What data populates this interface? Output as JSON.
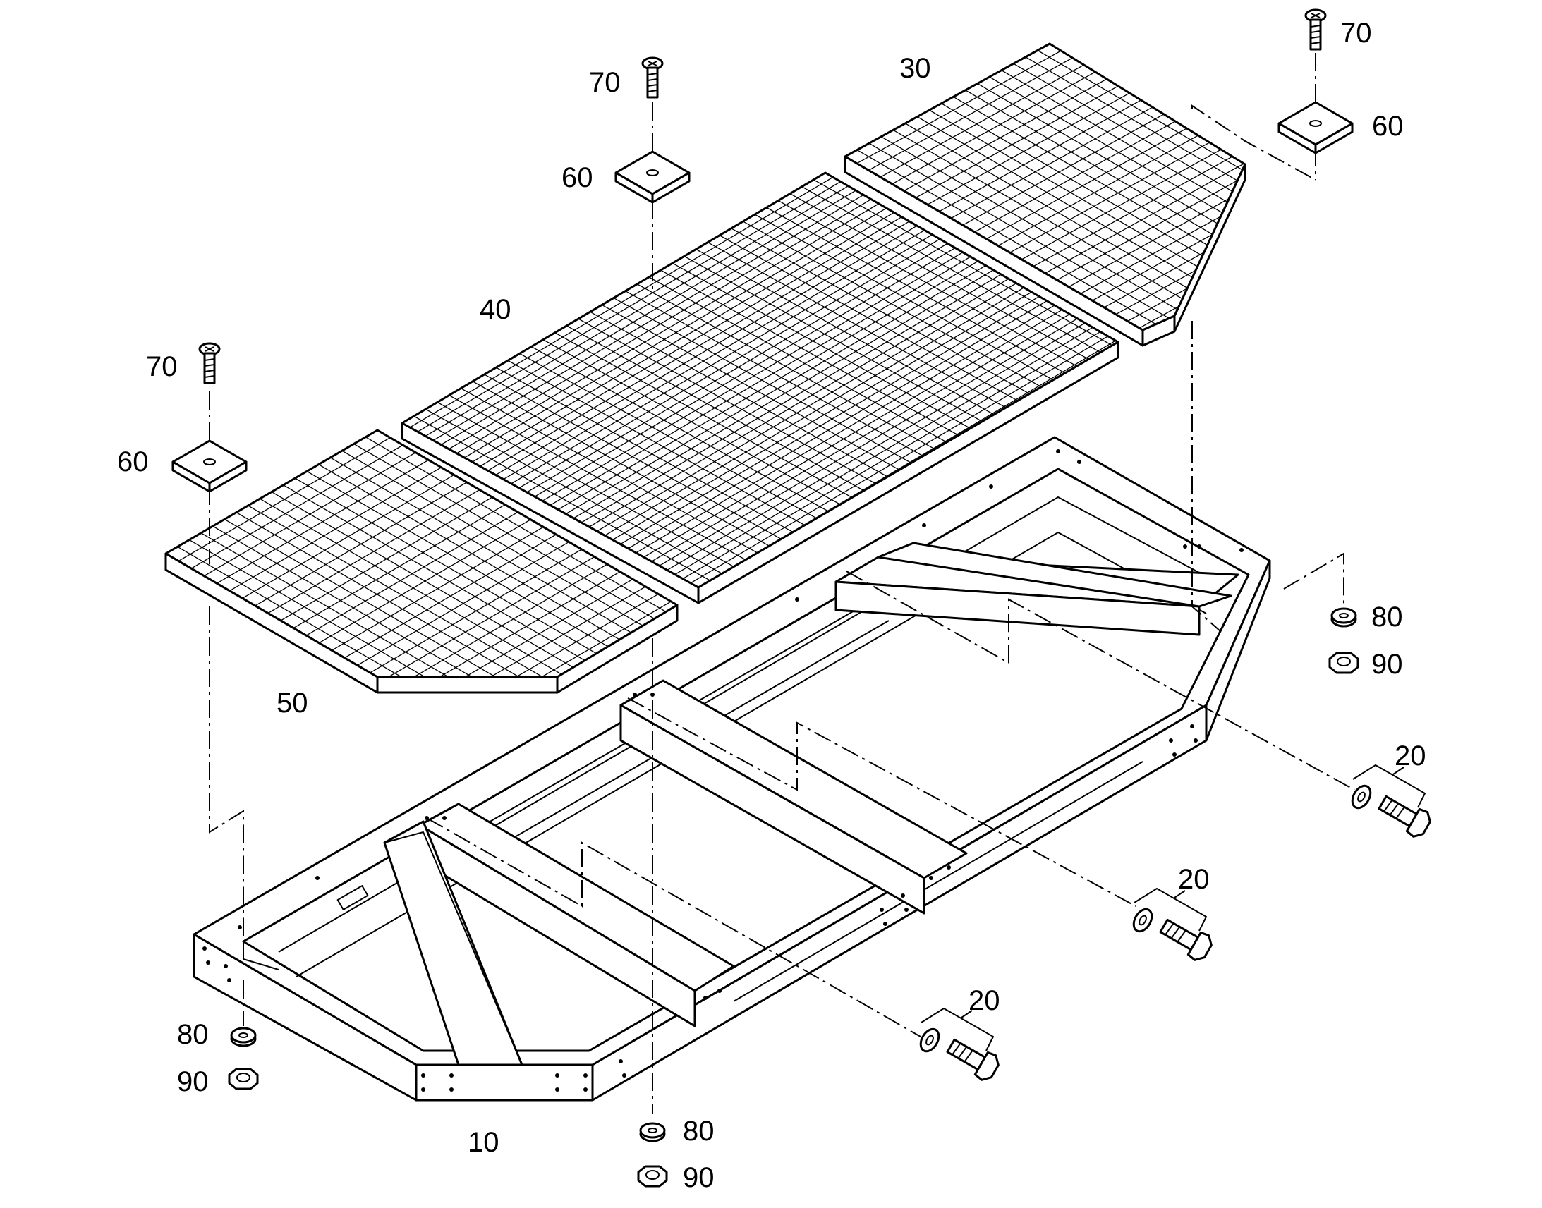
{
  "diagram": {
    "parts": [
      {
        "id": "frame",
        "number": "10"
      },
      {
        "id": "bolt-1",
        "number": "20"
      },
      {
        "id": "bolt-2",
        "number": "20"
      },
      {
        "id": "bolt-3",
        "number": "20"
      },
      {
        "id": "grating-right",
        "number": "30"
      },
      {
        "id": "grating-middle",
        "number": "40"
      },
      {
        "id": "grating-left",
        "number": "50"
      },
      {
        "id": "clamp-left",
        "number": "60"
      },
      {
        "id": "clamp-middle",
        "number": "60"
      },
      {
        "id": "clamp-right",
        "number": "60"
      },
      {
        "id": "screw-left",
        "number": "70"
      },
      {
        "id": "screw-middle",
        "number": "70"
      },
      {
        "id": "screw-right",
        "number": "70"
      },
      {
        "id": "washer-left",
        "number": "80"
      },
      {
        "id": "washer-middle",
        "number": "80"
      },
      {
        "id": "washer-right",
        "number": "80"
      },
      {
        "id": "nut-left",
        "number": "90"
      },
      {
        "id": "nut-middle",
        "number": "90"
      },
      {
        "id": "nut-right",
        "number": "90"
      }
    ]
  }
}
